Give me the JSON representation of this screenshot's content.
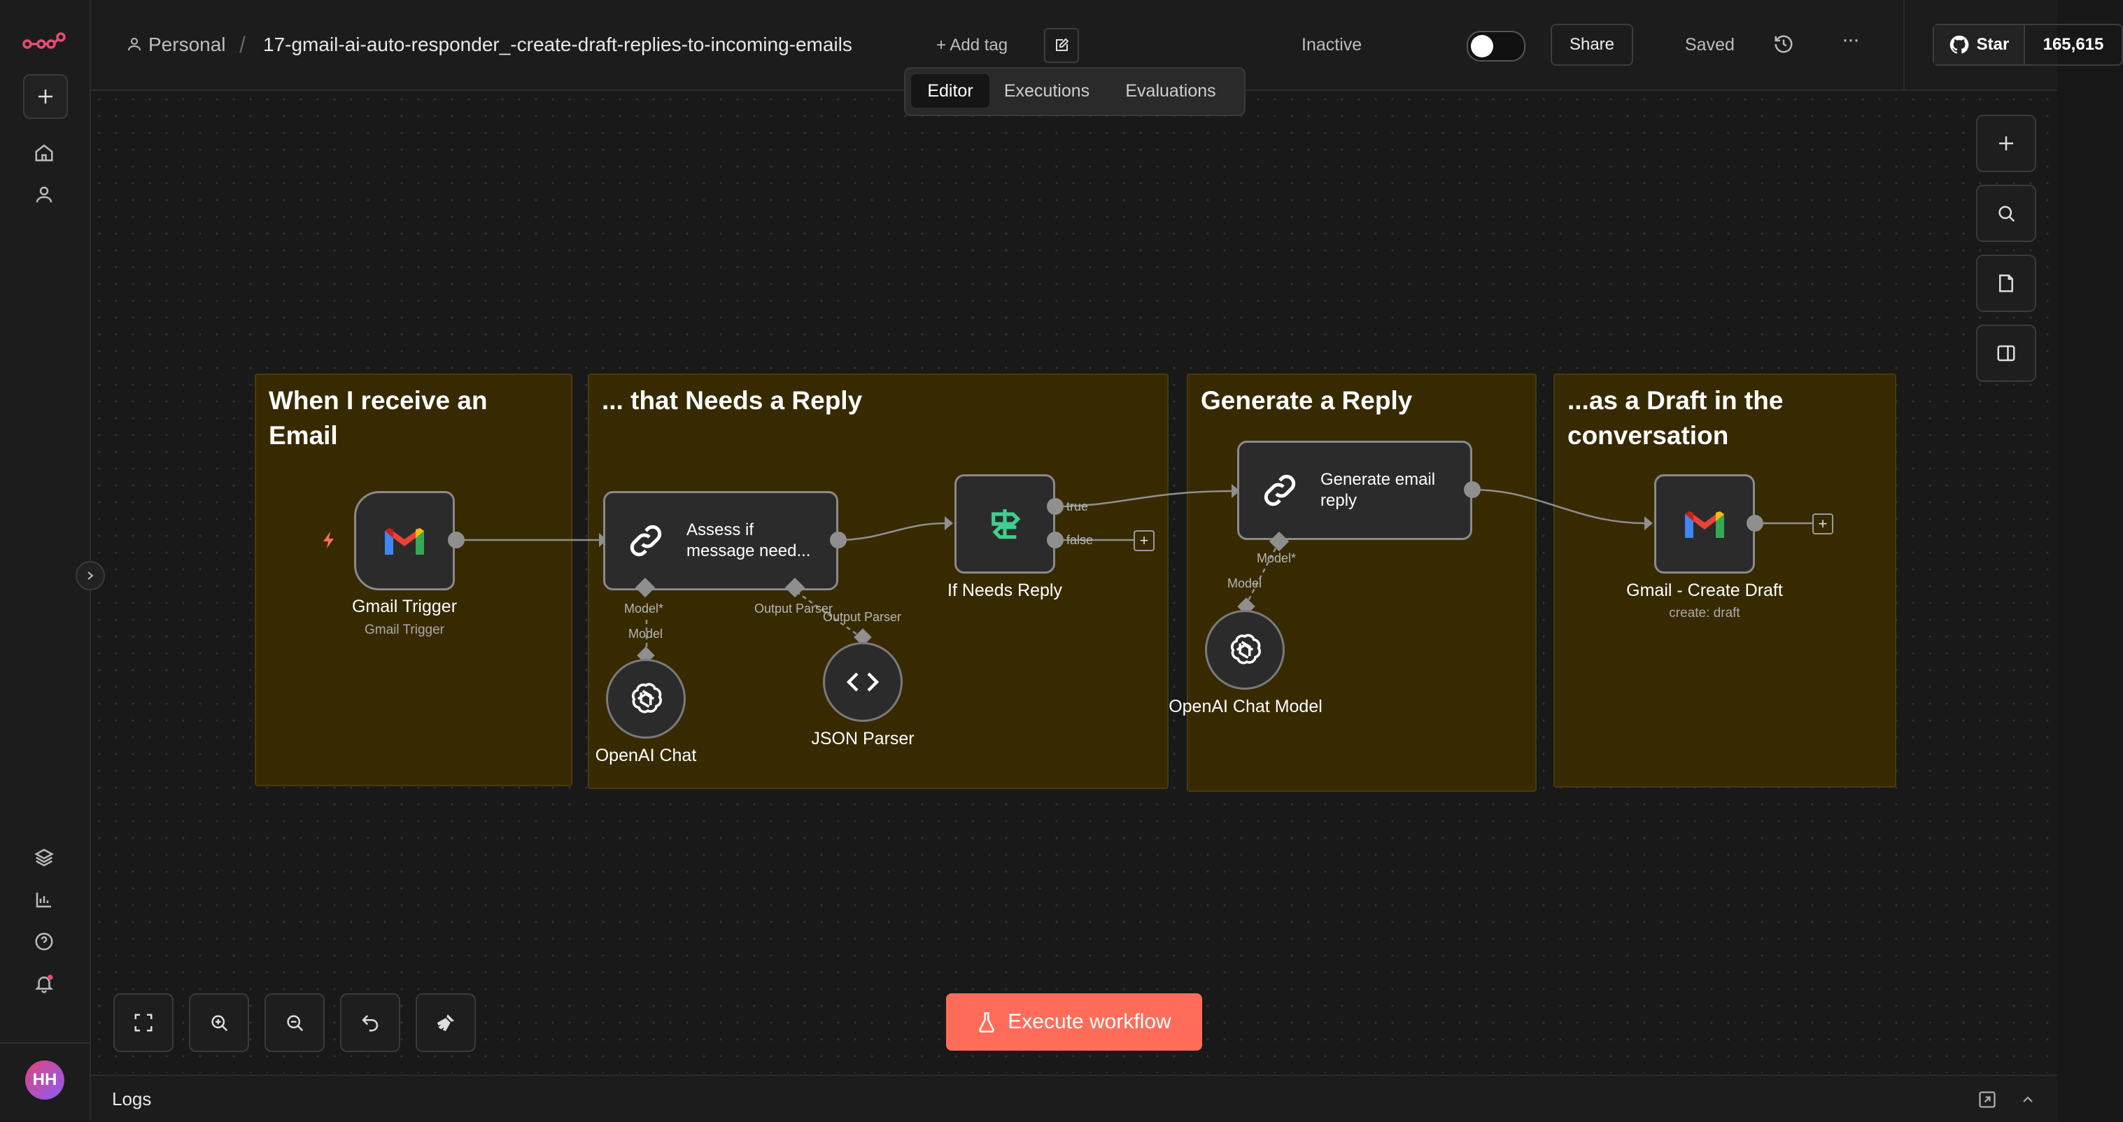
{
  "header": {
    "project": "Personal",
    "separator": "/",
    "workflow_name": "17-gmail-ai-auto-responder_-create-draft-replies-to-incoming-emails",
    "add_tag": "+ Add tag",
    "status_label": "Inactive",
    "share": "Share",
    "saved": "Saved",
    "more": "···",
    "github_star": "Star",
    "github_count": "165,615"
  },
  "tabs": [
    "Editor",
    "Executions",
    "Evaluations"
  ],
  "sidebar": {
    "avatar_initials": "HH"
  },
  "stickies": [
    "When I receive an Email",
    "... that Needs a Reply",
    "Generate a Reply",
    "...as a Draft in the conversation"
  ],
  "nodes": {
    "gmail_trigger": {
      "label": "Gmail Trigger",
      "sub": "Gmail Trigger"
    },
    "assess": {
      "text": "Assess if message need..."
    },
    "if_needs_reply": {
      "label": "If Needs Reply",
      "out_true": "true",
      "out_false": "false"
    },
    "generate": {
      "text": "Generate email reply"
    },
    "gmail_draft": {
      "label": "Gmail - Create Draft",
      "sub": "create: draft"
    },
    "openai_chat": {
      "label": "OpenAI Chat",
      "port": "Model"
    },
    "json_parser": {
      "label": "JSON Parser",
      "port": "Output Parser"
    },
    "openai_chat_model": {
      "label": "OpenAI Chat Model",
      "port": "Model"
    }
  },
  "ports": {
    "assess_model": "Model*",
    "assess_parser": "Output Parser",
    "generate_model": "Model*"
  },
  "actions": {
    "execute": "Execute workflow"
  },
  "logs": {
    "label": "Logs"
  },
  "colors": {
    "accent": "#ff6d5a",
    "sticky_bg": "#372a00",
    "canvas": "#191919",
    "if_green": "#3fcf8e"
  }
}
